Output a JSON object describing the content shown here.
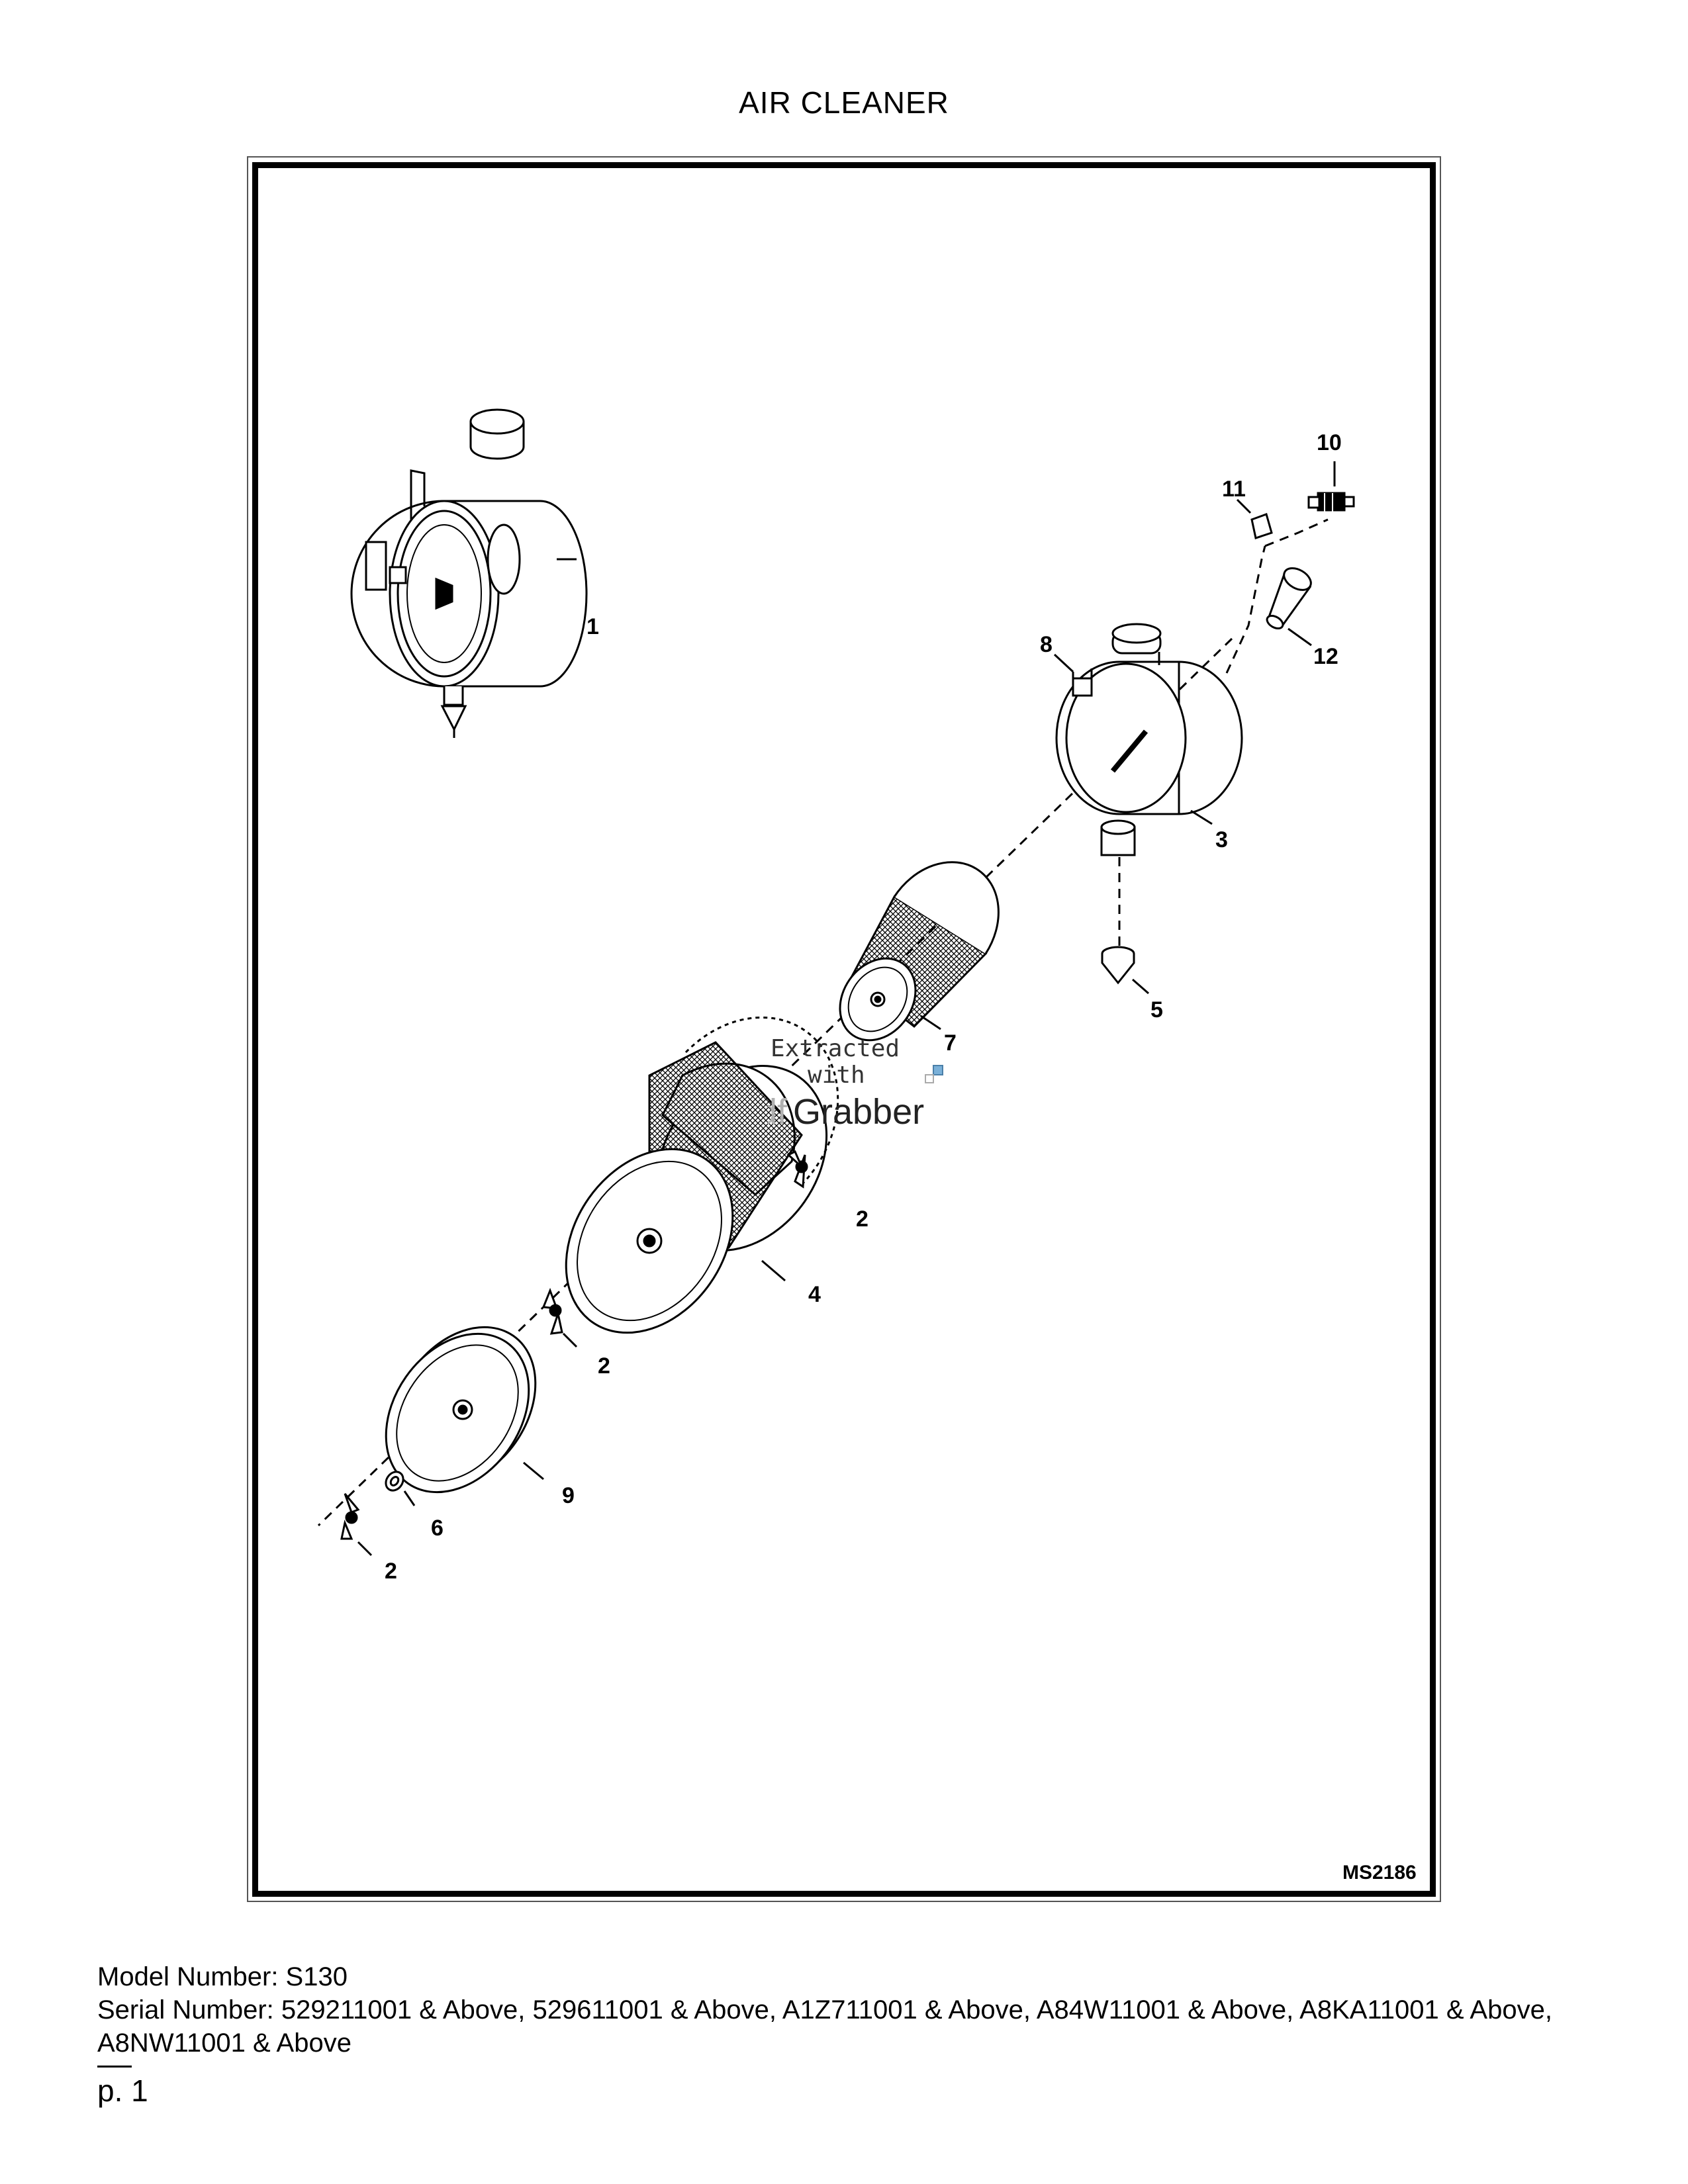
{
  "page": {
    "title": "AIR CLEANER",
    "figure_code": "MS2186",
    "page_number": "p. 1"
  },
  "footer": {
    "model": "Model Number: S130",
    "serial": "Serial Number: 529211001 & Above, 529611001 & Above, A1Z711001 & Above, A84W11001 & Above, A8KA11001 & Above, A8NW11001 & Above"
  },
  "callouts": {
    "c1": "1",
    "c2a": "2",
    "c2b": "2",
    "c2c": "2",
    "c3": "3",
    "c4": "4",
    "c5": "5",
    "c6": "6",
    "c7": "7",
    "c8": "8",
    "c9": "9",
    "c10": "10",
    "c11": "11",
    "c12": "12"
  },
  "watermark": {
    "line1": "Extracted",
    "line2": "with",
    "brand_pdf": "Pdf",
    "brand_grabber": "Grabber"
  }
}
